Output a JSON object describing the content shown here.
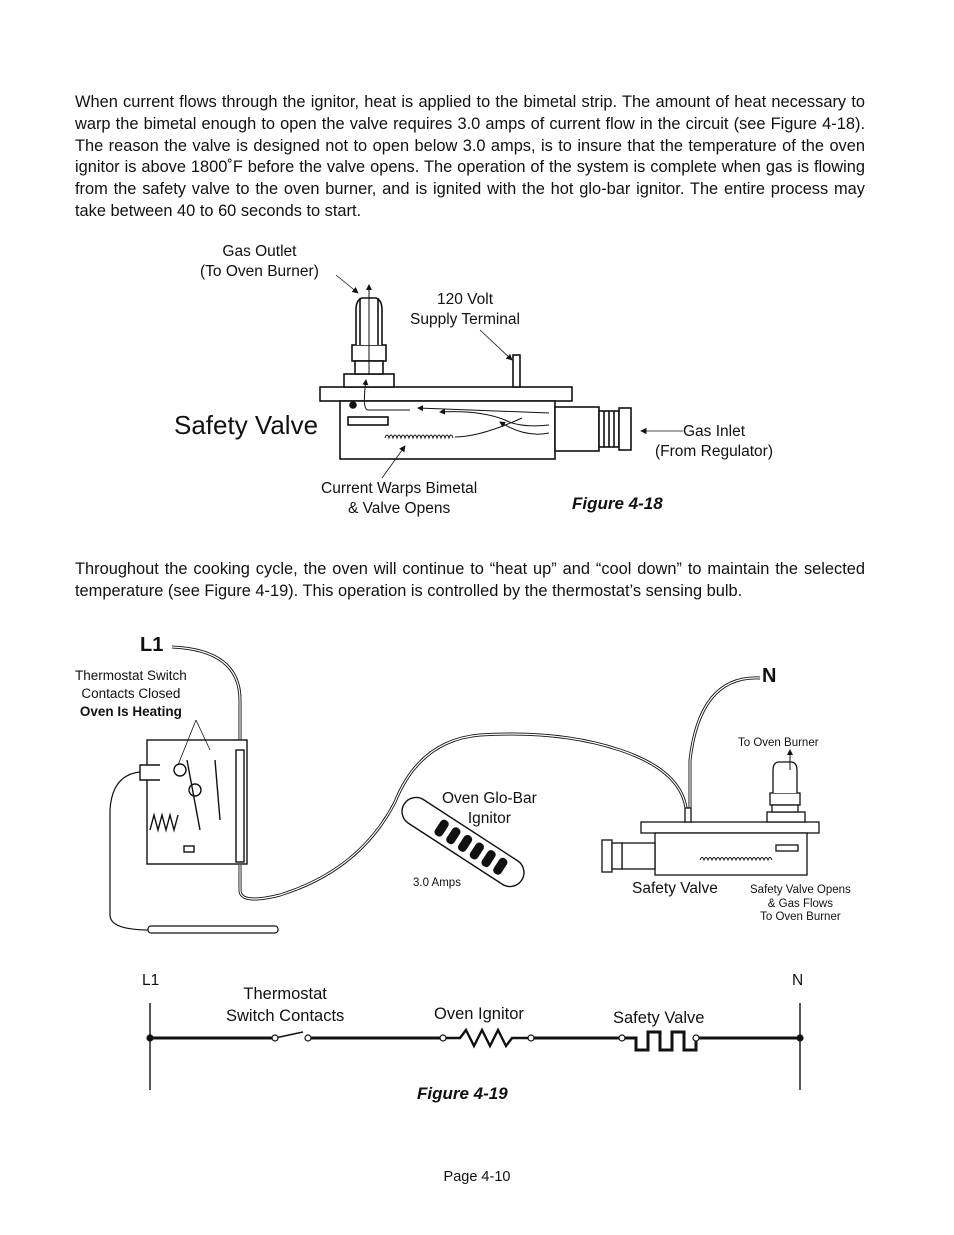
{
  "paragraphs": {
    "p1": "When current flows through the ignitor, heat is applied to the bimetal strip. The amount of heat necessary to warp the bimetal enough to open the valve requires 3.0 amps of current flow in the circuit (see Figure 4-18). The reason the valve is designed not to open below 3.0 amps, is to insure that the temperature of the oven ignitor is above 1800˚F before the valve opens. The operation of the system is complete when gas is flowing from the safety valve to the oven burner, and is ignited with the hot glo-bar ignitor. The entire process may take between 40 to 60 seconds to start.",
    "p2": "Throughout the cooking cycle, the oven will continue to “heat up” and “cool down” to maintain the selected temperature (see Figure 4-19). This operation is controlled by the thermostat’s sensing bulb."
  },
  "figure18": {
    "title": "Safety Valve",
    "gas_outlet_1": "Gas Outlet",
    "gas_outlet_2": "(To Oven Burner)",
    "terminal_1": "120 Volt",
    "terminal_2": "Supply Terminal",
    "gas_inlet_1": "Gas Inlet",
    "gas_inlet_2": "(From Regulator)",
    "bimetal_1": "Current Warps Bimetal",
    "bimetal_2": "& Valve Opens",
    "caption": "Figure 4-18"
  },
  "figure19": {
    "l1": "L1",
    "n": "N",
    "thermo_1": "Thermostat Switch",
    "thermo_2": "Contacts Closed",
    "thermo_3": "Oven Is Heating",
    "ignitor_1": "Oven Glo-Bar",
    "ignitor_2": "Ignitor",
    "amps": "3.0 Amps",
    "to_burner": "To Oven Burner",
    "safety_valve": "Safety Valve",
    "opens_1": "Safety Valve Opens",
    "opens_2": "& Gas Flows",
    "opens_3": "To Oven Burner",
    "schematic": {
      "l1": "L1",
      "n": "N",
      "switch_1": "Thermostat",
      "switch_2": "Switch Contacts",
      "ignitor": "Oven Ignitor",
      "valve": "Safety Valve"
    },
    "caption": "Figure 4-19"
  },
  "page_number": "Page 4-10"
}
